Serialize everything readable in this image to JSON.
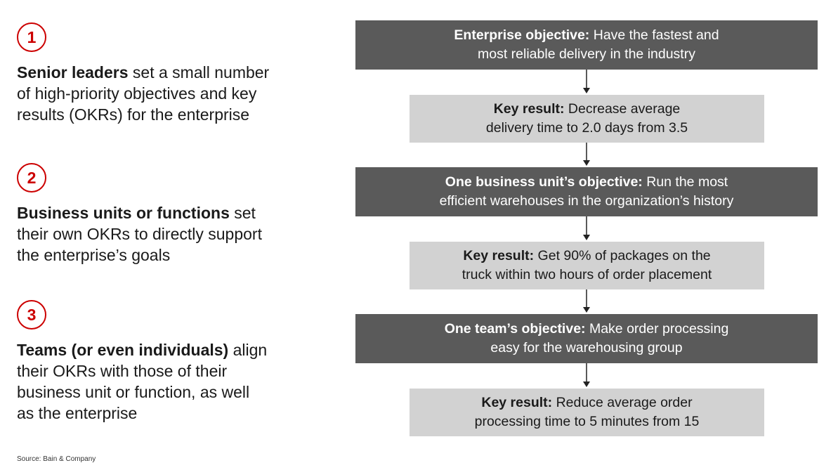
{
  "steps": [
    {
      "number": "1",
      "bold": "Senior leaders",
      "lines": [
        "set a small number",
        "of high-priority objectives and key",
        "results (OKRs) for the enterprise"
      ]
    },
    {
      "number": "2",
      "bold": "Business units or functions",
      "lines": [
        " set",
        "their own OKRs to directly support",
        "the enterprise’s goals"
      ]
    },
    {
      "number": "3",
      "bold": "Teams (or even individuals)",
      "lines": [
        " align",
        "their OKRs with those of their",
        "business unit or function, as well",
        "as the enterprise"
      ]
    }
  ],
  "flow": [
    {
      "kind": "objective",
      "label": "Enterprise objective:",
      "line1": " Have the fastest and",
      "line2": "most reliable delivery in the industry"
    },
    {
      "kind": "key-result",
      "label": "Key result:",
      "line1": " Decrease average",
      "line2": "delivery time to 2.0 days from 3.5"
    },
    {
      "kind": "objective",
      "label": "One business unit’s objective:",
      "line1": " Run the most",
      "line2": "efficient warehouses in the organization’s history"
    },
    {
      "kind": "key-result",
      "label": "Key result:",
      "line1": " Get 90% of packages on the",
      "line2": "truck within two hours of order placement"
    },
    {
      "kind": "objective",
      "label": "One team’s objective:",
      "line1": " Make order processing",
      "line2": "easy for the warehousing group"
    },
    {
      "kind": "key-result",
      "label": "Key result:",
      "line1": " Reduce average order",
      "line2": "processing time to 5 minutes from 15"
    }
  ],
  "footer": "Source: Bain & Company"
}
